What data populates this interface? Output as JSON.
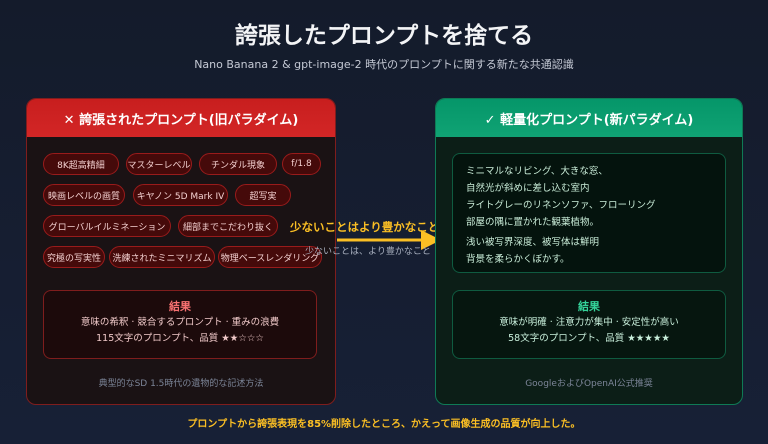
{
  "header": {
    "title": "誇張したプロンプトを捨てる",
    "subtitle": "Nano Banana 2 & gpt-image-2 時代のプロンプトに関する新たな共通認識"
  },
  "left": {
    "title": "✕ 誇張されたプロンプト(旧パラダイム)",
    "tags": [
      "8K超高精細",
      "マスターレベル",
      "チンダル現象",
      "映画レベルの画質",
      "キヤノン 5D Mark IV",
      "超写実",
      "グローバルイルミネーション",
      "細部までこだわり抜く",
      "物理ベースレンダリング",
      "究極の写実性",
      "洗練されたミニマリズム",
      "f/1.8"
    ],
    "result_title": "結果",
    "result_line1": "意味の希釈 · 競合するプロンプト · 重みの浪費",
    "result_line2": "115文字のプロンプト、品質 ★★☆☆☆",
    "rating": 2,
    "footer": "典型的なSD 1.5時代の遺物的な記述方法"
  },
  "arrow": {
    "label": "少ないことはより豊かなこと",
    "sub": "少ないことは、より豊かなこと",
    "color": "#fbbf24"
  },
  "right": {
    "title": "✓ 軽量化プロンプト(新パラダイム)",
    "prompt_lines": [
      "ミニマルなリビング、大きな窓、",
      "自然光が斜めに差し込む室内",
      "ライトグレーのリネンソファ、フローリング",
      "部屋の隅に置かれた観葉植物。"
    ],
    "prompt_lines2": [
      "浅い被写界深度、被写体は鮮明",
      "背景を柔らかくぼかす。"
    ],
    "result_title": "結果",
    "result_line1": "意味が明確 · 注意力が集中 · 安定性が高い",
    "result_line2": "58文字のプロンプト、品質 ★★★★★",
    "rating": 5,
    "footer": "GoogleおよびOpenAI公式推奨"
  },
  "bottom_note": "プロンプトから誇張表現を85%削除したところ、かえって画像生成の品質が向上した。",
  "colors": {
    "old": "#dc2626",
    "new": "#10b981",
    "accent": "#fbbf24"
  }
}
